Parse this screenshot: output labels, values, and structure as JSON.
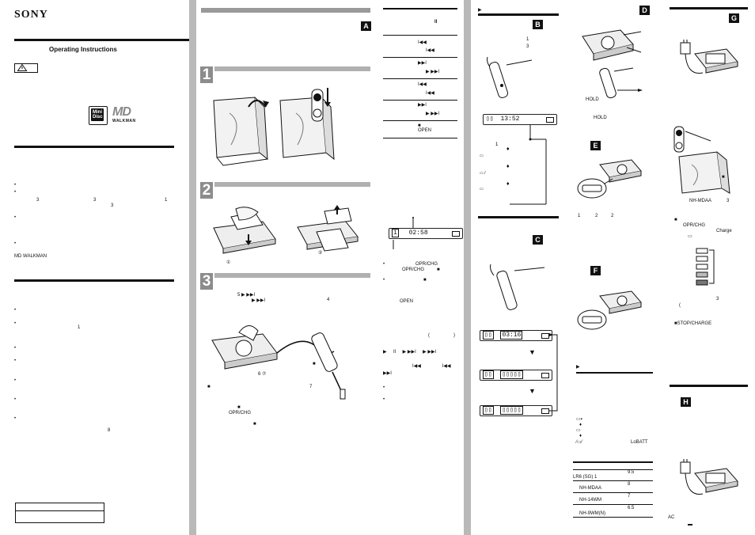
{
  "brand": "SONY",
  "manual_title": "Operating Instructions",
  "left_col": {
    "bullets_a": [
      "3",
      "3",
      "3",
      "1"
    ],
    "model_label": "MD WALKMAN",
    "bullets_b": [
      "1",
      "8"
    ]
  },
  "logos": {
    "md_disc": "Mini Disc",
    "md_walkman": "MD WALKMAN"
  },
  "section_letters": [
    "A",
    "B",
    "C",
    "D",
    "E",
    "F",
    "G",
    "H"
  ],
  "steps": [
    "1",
    "2",
    "3"
  ],
  "step3_labels": {
    "a": "5",
    "b": "4",
    "c": "6",
    "d": "7",
    "e": "OPR/CHG"
  },
  "table_ops": {
    "pause": "II",
    "open": "OPEN",
    "rows": [
      "I◀◀",
      "▶▶I",
      "I◀◀",
      "▶▶I",
      "■"
    ]
  },
  "displays": {
    "clock": "13:52",
    "track_time": "02:58",
    "track_b": "03:16",
    "num_1": "1"
  },
  "mid_col": {
    "opr_chg_a": "OPR/CHG",
    "opr_chg_b": "OPR/CHG",
    "open": "OPEN"
  },
  "hold_labels": [
    "HOLD",
    "HOLD"
  ],
  "sec_e_nums": [
    "1",
    "2",
    "2"
  ],
  "battery_section": {
    "lobatt": "LoBATT",
    "rows": [
      {
        "name": "LR6 (SG) 1",
        "value": "9.5"
      },
      {
        "name": "NH-MDAA",
        "value": "8"
      },
      {
        "name": "NH-14WM",
        "value": "7"
      },
      {
        "name": "NH-9WM(N)",
        "value": "6.5"
      }
    ]
  },
  "charge_section": {
    "nh_mdaa": "NH-MDAA",
    "num": "3",
    "opr_chg": "OPR/CHG",
    "charge": "Charge",
    "num2": "3",
    "stop_charge": "■STOP/CHARGE"
  },
  "ac_label": "AC"
}
